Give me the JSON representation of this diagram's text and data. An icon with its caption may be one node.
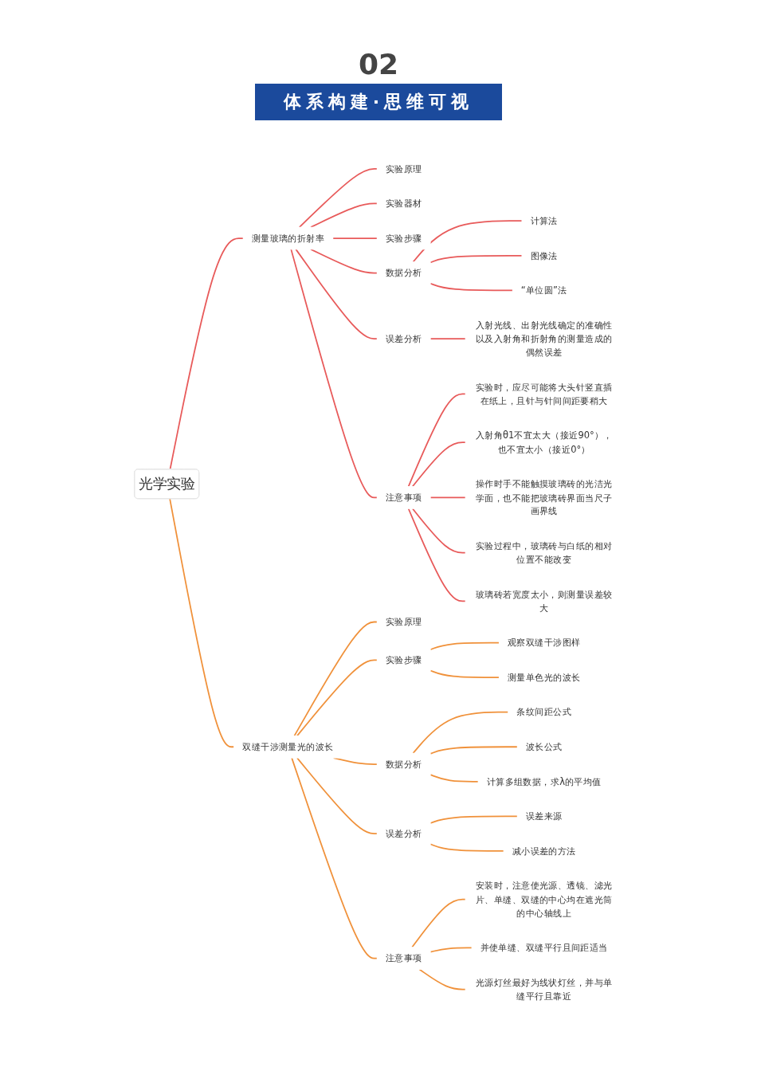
{
  "diagram": {
    "title": "体系构建·思维可视",
    "nodes": [
      {
        "text": [
          "光学实验"
        ]
      },
      {
        "text": [
          "测量玻璃的折射率"
        ]
      },
      {
        "text": [
          "实验原理"
        ]
      },
      {
        "text": [
          "实验器材"
        ]
      },
      {
        "text": [
          "实验步骤"
        ]
      },
      {
        "text": [
          "数据分析"
        ]
      },
      {
        "text": [
          "计算法"
        ]
      },
      {
        "text": [
          "图像法"
        ]
      },
      {
        "text": [
          "“单位圆”法"
        ]
      },
      {
        "text": [
          "误差分析"
        ]
      },
      {
        "text": [
          "入射光线、出射光线确定的准确性以及入射角和折射角的测量造成的偶然误差"
        ]
      },
      {
        "text": [
          "注意事项"
        ]
      },
      {
        "text": [
          "实验时，应尽可能将大头针竖直插在纸上，且针与针间间距要稍大"
        ]
      },
      {
        "text": [
          "入射角θ1不宜太大（接近90°），也不宜太小（接近0°）"
        ]
      },
      {
        "text": [
          "操作时手不能触摸玻璃砖的光洁光学面，也不能把玻璃砖界面当尺子画界线"
        ]
      },
      {
        "text": [
          "实验过程中，玻璃砖与白纸的相对位置不能改变"
        ]
      },
      {
        "text": [
          "玻璃砖若宽度太小，则测量误差较大"
        ]
      },
      {
        "text": [
          "双缝干涉测量光的波长"
        ]
      },
      {
        "text": [
          "实验原理"
        ]
      },
      {
        "text": [
          "实验步骤"
        ]
      },
      {
        "text": [
          "观察双缝干涉图样"
        ]
      },
      {
        "text": [
          "测量单色光的波长"
        ]
      },
      {
        "text": [
          "数据分析"
        ]
      },
      {
        "text": [
          "条纹间距公式"
        ]
      },
      {
        "text": [
          "波长公式"
        ]
      },
      {
        "text": [
          "计算多组数据，求λ的平均值"
        ]
      },
      {
        "text": [
          "误差分析"
        ]
      },
      {
        "text": [
          "误差来源"
        ]
      },
      {
        "text": [
          "减小误差的方法"
        ]
      },
      {
        "text": [
          "注意事项"
        ]
      },
      {
        "text": [
          "安装时，注意使光源、透镜、滤光片、单缝、双缝的中心均在遮光筒的中心轴线上"
        ]
      },
      {
        "text": [
          "并使单缝、双缝平行且间距适当"
        ]
      },
      {
        "text": [
          "光源灯丝最好为线状灯丝，并与单缝平行且靠近"
        ]
      }
    ],
    "edges": [
      {
        "from": 0,
        "to": 1,
        "arrow": "none",
        "color": "#e85a5a"
      },
      {
        "from": 1,
        "to": 2,
        "arrow": "none",
        "color": "#e85a5a"
      },
      {
        "from": 1,
        "to": 3,
        "arrow": "none",
        "color": "#e85a5a"
      },
      {
        "from": 1,
        "to": 4,
        "arrow": "none",
        "color": "#e85a5a"
      },
      {
        "from": 1,
        "to": 5,
        "arrow": "none",
        "color": "#e85a5a"
      },
      {
        "from": 5,
        "to": 6,
        "arrow": "none",
        "color": "#e85a5a"
      },
      {
        "from": 5,
        "to": 7,
        "arrow": "none",
        "color": "#e85a5a"
      },
      {
        "from": 5,
        "to": 8,
        "arrow": "none",
        "color": "#e85a5a"
      },
      {
        "from": 1,
        "to": 9,
        "arrow": "none",
        "color": "#e85a5a"
      },
      {
        "from": 9,
        "to": 10,
        "arrow": "none",
        "color": "#e85a5a"
      },
      {
        "from": 1,
        "to": 11,
        "arrow": "none",
        "color": "#e85a5a"
      },
      {
        "from": 11,
        "to": 12,
        "arrow": "none",
        "color": "#e85a5a"
      },
      {
        "from": 11,
        "to": 13,
        "arrow": "none",
        "color": "#e85a5a"
      },
      {
        "from": 11,
        "to": 14,
        "arrow": "none",
        "color": "#e85a5a"
      },
      {
        "from": 11,
        "to": 15,
        "arrow": "none",
        "color": "#e85a5a"
      },
      {
        "from": 11,
        "to": 16,
        "arrow": "none",
        "color": "#e85a5a"
      },
      {
        "from": 0,
        "to": 17,
        "arrow": "none",
        "color": "#f0913a"
      },
      {
        "from": 17,
        "to": 18,
        "arrow": "none",
        "color": "#f0913a"
      },
      {
        "from": 17,
        "to": 19,
        "arrow": "none",
        "color": "#f0913a"
      },
      {
        "from": 19,
        "to": 20,
        "arrow": "none",
        "color": "#f0913a"
      },
      {
        "from": 19,
        "to": 21,
        "arrow": "none",
        "color": "#f0913a"
      },
      {
        "from": 17,
        "to": 22,
        "arrow": "none",
        "color": "#f0913a"
      },
      {
        "from": 22,
        "to": 23,
        "arrow": "none",
        "color": "#f0913a"
      },
      {
        "from": 22,
        "to": 24,
        "arrow": "none",
        "color": "#f0913a"
      },
      {
        "from": 22,
        "to": 25,
        "arrow": "none",
        "color": "#f0913a"
      },
      {
        "from": 17,
        "to": 26,
        "arrow": "none",
        "color": "#f0913a"
      },
      {
        "from": 26,
        "to": 27,
        "arrow": "none",
        "color": "#f0913a"
      },
      {
        "from": 26,
        "to": 28,
        "arrow": "none",
        "color": "#f0913a"
      },
      {
        "from": 17,
        "to": 29,
        "arrow": "none",
        "color": "#f0913a"
      },
      {
        "from": 29,
        "to": 30,
        "arrow": "none",
        "color": "#f0913a"
      },
      {
        "from": 29,
        "to": 31,
        "arrow": "none",
        "color": "#f0913a"
      },
      {
        "from": 29,
        "to": 32,
        "arrow": "none",
        "color": "#f0913a"
      }
    ],
    "labels": [
      "02"
    ]
  }
}
